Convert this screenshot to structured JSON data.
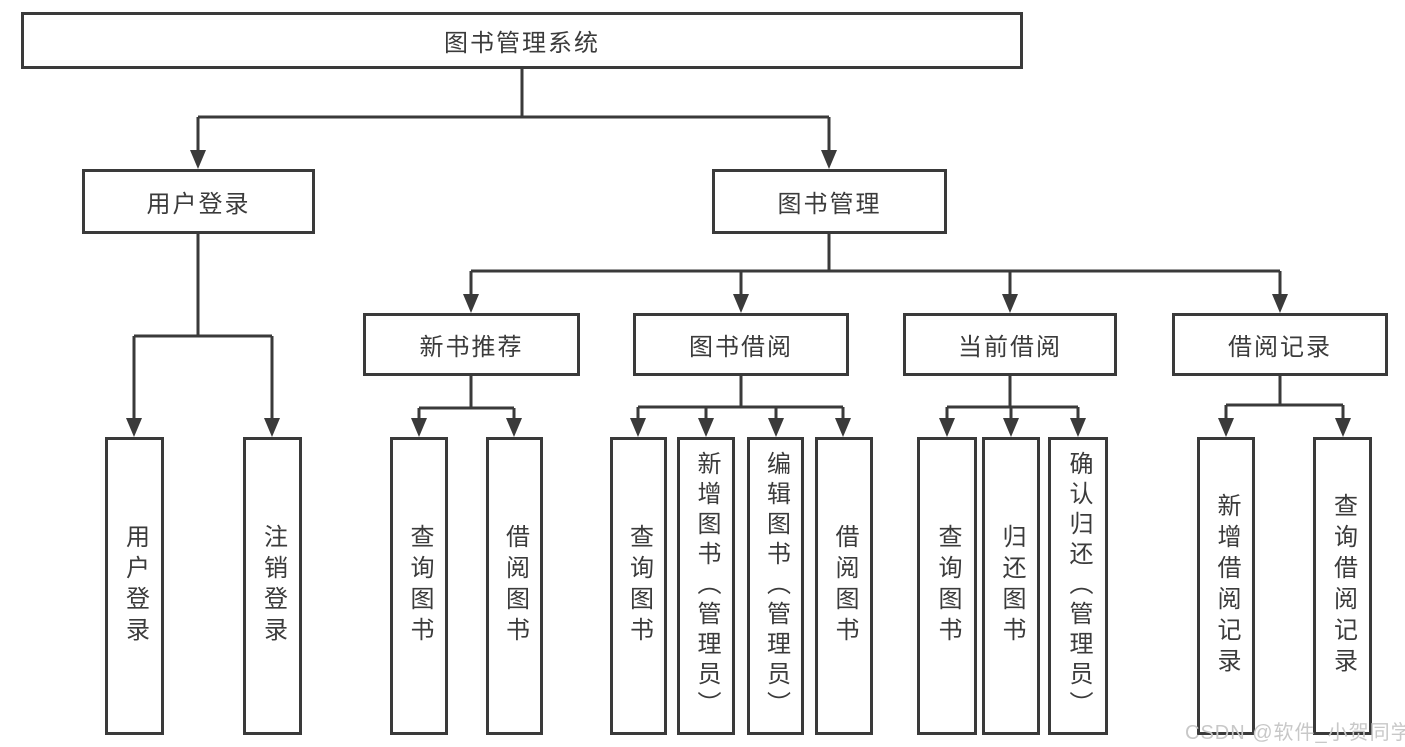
{
  "diagram_title": "图书管理系统",
  "nodes": {
    "root": "图书管理系统",
    "user_login": "用户登录",
    "book_mgmt": "图书管理",
    "new_books": "新书推荐",
    "book_borrow": "图书借阅",
    "current_borrow": "当前借阅",
    "borrow_records": "借阅记录",
    "leaf_user_login": "用户登录",
    "leaf_logout": "注销登录",
    "leaf_query_books_a": "查询图书",
    "leaf_borrow_books_a": "借阅图书",
    "leaf_query_books_b": "查询图书",
    "leaf_add_books": "新增图书（管理员）",
    "leaf_edit_books": "编辑图书（管理员）",
    "leaf_borrow_books_b": "借阅图书",
    "leaf_query_books_c": "查询图书",
    "leaf_return_books": "归还图书",
    "leaf_confirm_return": "确认归还（管理员）",
    "leaf_add_record": "新增借阅记录",
    "leaf_query_record": "查询借阅记录"
  },
  "hierarchy": {
    "图书管理系统": {
      "用户登录": [
        "用户登录",
        "注销登录"
      ],
      "图书管理": {
        "新书推荐": [
          "查询图书",
          "借阅图书"
        ],
        "图书借阅": [
          "查询图书",
          "新增图书（管理员）",
          "编辑图书（管理员）",
          "借阅图书"
        ],
        "当前借阅": [
          "查询图书",
          "归还图书",
          "确认归还（管理员）"
        ],
        "借阅记录": [
          "新增借阅记录",
          "查询借阅记录"
        ]
      }
    }
  },
  "watermark": "CSDN @软件_小贺同学",
  "colors": {
    "line": "#3a3a3a",
    "box_border": "#3a3a3a",
    "box_background": "#ffffff",
    "text": "#3b3b3b",
    "watermark": "#c8c8c8"
  }
}
